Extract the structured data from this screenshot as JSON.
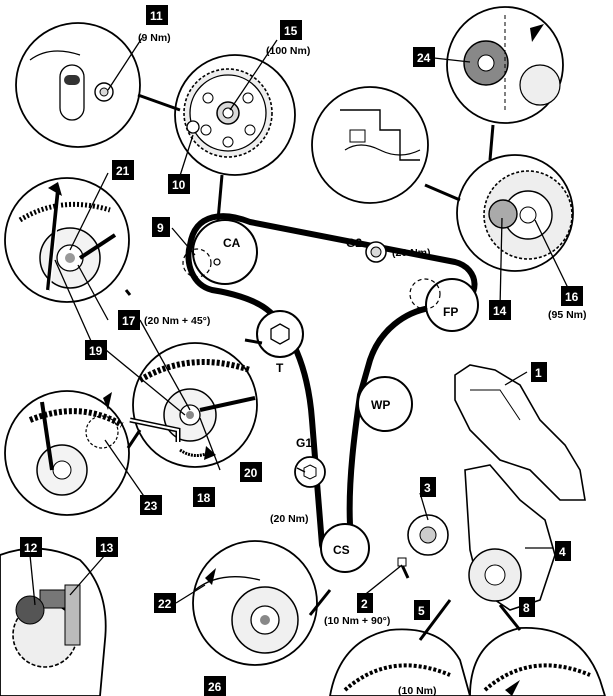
{
  "callouts": {
    "n1": "1",
    "n2": "2",
    "n3": "3",
    "n4": "4",
    "n5": "5",
    "n8": "8",
    "n9": "9",
    "n10": "10",
    "n11": "11",
    "n12": "12",
    "n13": "13",
    "n14": "14",
    "n15": "15",
    "n16": "16",
    "n17": "17",
    "n18": "18",
    "n19": "19",
    "n20": "20",
    "n21": "21",
    "n22": "22",
    "n23": "23",
    "n24": "24",
    "n26": "26"
  },
  "pulleys": {
    "ca": "CA",
    "fp": "FP",
    "t": "T",
    "wp": "WP",
    "cs": "CS",
    "g1": "G1",
    "g2": "G2"
  },
  "torques": {
    "t11": "(9 Nm)",
    "t15": "(100 Nm)",
    "tg2": "(20 Nm)",
    "t17": "(20 Nm + 45°)",
    "t16": "(95 Nm)",
    "tg1": "(20 Nm)",
    "t2": "(10 Nm + 90°)",
    "t5": "(10 Nm)"
  },
  "colors": {
    "ink": "#000000",
    "paper": "#ffffff",
    "shade": "#9a9a9a",
    "light": "#d9d9d9"
  }
}
